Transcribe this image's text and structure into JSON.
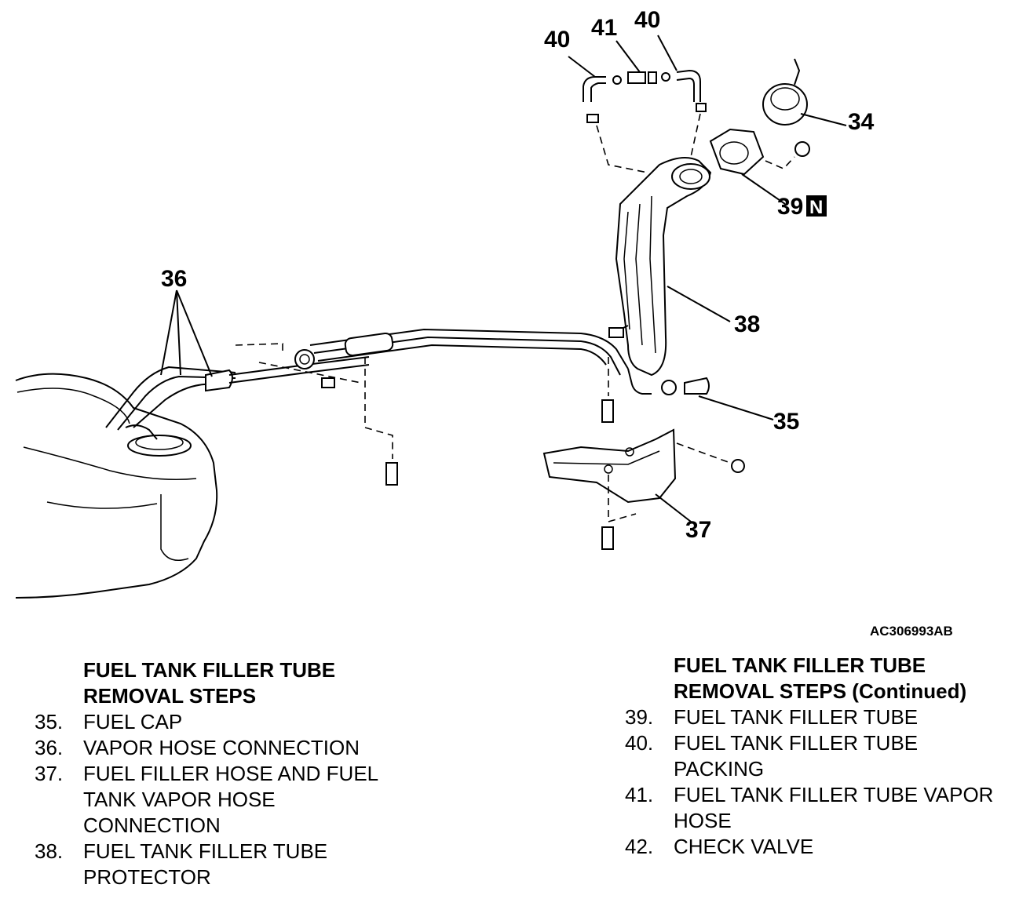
{
  "diagram": {
    "callouts": {
      "c34": "34",
      "c35": "35",
      "c36": "36",
      "c37": "37",
      "c38": "38",
      "c39": "39",
      "c39_badge": "N",
      "c40a": "40",
      "c40b": "40",
      "c41": "41"
    },
    "figure_id": "AC306993AB"
  },
  "steps_left": {
    "title_line1": "FUEL TANK FILLER TUBE",
    "title_line2": "REMOVAL STEPS",
    "items": [
      {
        "num": "35.",
        "lines": [
          "FUEL CAP"
        ]
      },
      {
        "num": "36.",
        "lines": [
          "VAPOR HOSE CONNECTION"
        ]
      },
      {
        "num": "37.",
        "lines": [
          "FUEL FILLER HOSE AND FUEL",
          "TANK VAPOR HOSE",
          "CONNECTION"
        ]
      },
      {
        "num": "38.",
        "lines": [
          "FUEL TANK FILLER TUBE",
          "PROTECTOR"
        ]
      }
    ]
  },
  "steps_right": {
    "title_line1": "FUEL TANK FILLER TUBE",
    "title_line2": "REMOVAL STEPS (Continued)",
    "items": [
      {
        "num": "39.",
        "lines": [
          "FUEL TANK FILLER TUBE"
        ]
      },
      {
        "num": "40.",
        "lines": [
          "FUEL TANK FILLER TUBE",
          "PACKING"
        ]
      },
      {
        "num": "41.",
        "lines": [
          "FUEL TANK FILLER TUBE VAPOR",
          "HOSE"
        ]
      },
      {
        "num": "42.",
        "lines": [
          "CHECK VALVE"
        ]
      }
    ]
  }
}
